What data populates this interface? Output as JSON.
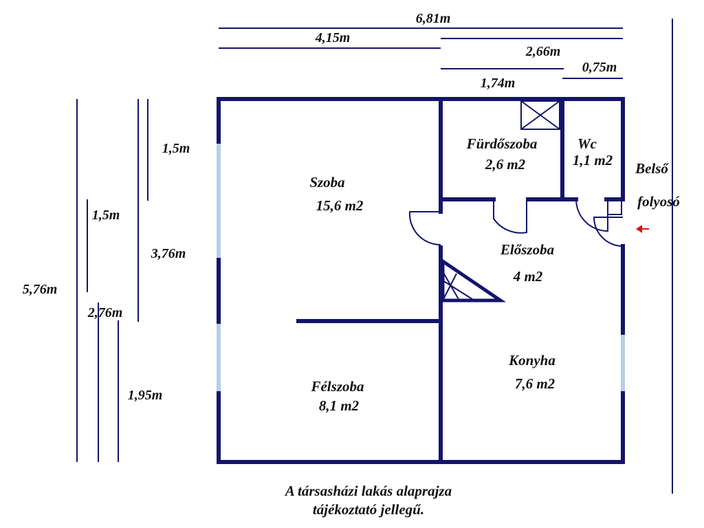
{
  "colors": {
    "wall": "#14146b",
    "window": "#b8cfe6",
    "text": "#111111",
    "arrow": "#dd1111"
  },
  "dimensions": {
    "top_total": "6,81m",
    "top_left": "4,15m",
    "top_right": "2,66m",
    "top_wc": "0,75m",
    "top_bath": "1,74m",
    "left_total": "5,76m",
    "left_inner_top": "1,5m",
    "left_mid_top": "1,5m",
    "left_room": "3,76m",
    "left_lower": "2,76m",
    "left_bottom": "1,95m"
  },
  "rooms": {
    "szoba": {
      "name": "Szoba",
      "area": "15,6 m2"
    },
    "furdoszoba": {
      "name": "Fürdőszoba",
      "area": "2,6 m2"
    },
    "wc": {
      "name": "Wc",
      "area": "1,1 m2"
    },
    "eloszoba": {
      "name": "Előszoba",
      "area": "4 m2"
    },
    "konyha": {
      "name": "Konyha",
      "area": "7,6 m2"
    },
    "felszoba": {
      "name": "Félszoba",
      "area": "8,1 m2"
    }
  },
  "corridor": {
    "line1": "Belső",
    "line2": "folyosó"
  },
  "caption": {
    "line1": "A társasházi lakás alaprajza",
    "line2": "tájékoztató jellegű."
  }
}
